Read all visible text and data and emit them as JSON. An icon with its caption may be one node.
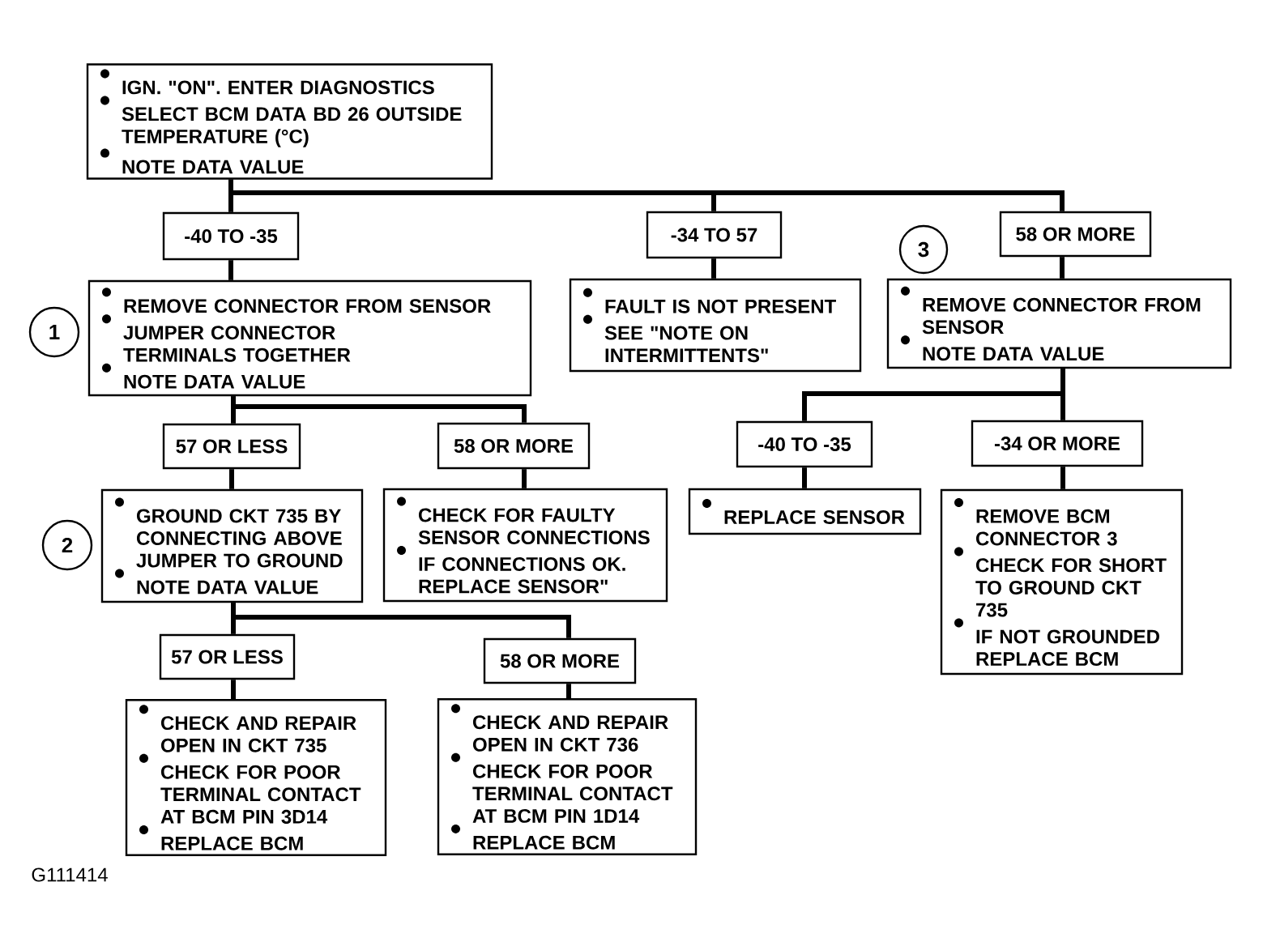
{
  "diagram": {
    "nodes": [
      {
        "text": [
          "IGN. \"ON\". ENTER DIAGNOSTICS",
          "SELECT BCM DATA BD 26 OUTSIDE TEMPERATURE (°C)",
          "NOTE DATA VALUE"
        ]
      },
      {
        "text": [
          "-40 TO -35"
        ]
      },
      {
        "text": [
          "-34 TO 57"
        ]
      },
      {
        "text": [
          "58 OR MORE"
        ]
      },
      {
        "text": [
          "1"
        ]
      },
      {
        "text": [
          "REMOVE CONNECTOR FROM SENSOR",
          "JUMPER CONNECTOR TERMINALS TOGETHER",
          "NOTE DATA VALUE"
        ]
      },
      {
        "text": [
          "FAULT IS NOT PRESENT",
          "SEE \"NOTE ON INTERMITTENTS\""
        ]
      },
      {
        "text": [
          "3"
        ]
      },
      {
        "text": [
          "REMOVE CONNECTOR FROM SENSOR",
          "NOTE DATA VALUE"
        ]
      },
      {
        "text": [
          "57 OR LESS"
        ]
      },
      {
        "text": [
          "58 OR MORE"
        ]
      },
      {
        "text": [
          "-40 TO -35"
        ]
      },
      {
        "text": [
          "-34 OR MORE"
        ]
      },
      {
        "text": [
          "2"
        ]
      },
      {
        "text": [
          "GROUND CKT 735 BY CONNECTING ABOVE JUMPER TO GROUND",
          "NOTE DATA VALUE"
        ]
      },
      {
        "text": [
          "CHECK FOR FAULTY SENSOR CONNECTIONS",
          "IF CONNECTIONS OK. REPLACE SENSOR\""
        ]
      },
      {
        "text": [
          "REPLACE SENSOR"
        ]
      },
      {
        "text": [
          "REMOVE BCM CONNECTOR 3",
          "CHECK FOR SHORT TO GROUND CKT 735",
          "IF NOT GROUNDED REPLACE BCM"
        ]
      },
      {
        "text": [
          "57 OR LESS"
        ]
      },
      {
        "text": [
          "58 OR MORE"
        ]
      },
      {
        "text": [
          "CHECK AND REPAIR OPEN IN CKT 735",
          "CHECK FOR POOR TERMINAL CONTACT AT BCM PIN 3D14",
          "REPLACE BCM"
        ]
      },
      {
        "text": [
          "CHECK AND REPAIR OPEN IN CKT 736",
          "CHECK FOR POOR TERMINAL CONTACT AT BCM PIN 1D14",
          "REPLACE BCM"
        ]
      }
    ],
    "edges": [
      {
        "from": 0,
        "to": 1,
        "arrow": "none"
      },
      {
        "from": 0,
        "to": 2,
        "arrow": "none"
      },
      {
        "from": 0,
        "to": 3,
        "arrow": "none"
      },
      {
        "from": 1,
        "to": 5,
        "arrow": "none"
      },
      {
        "from": 2,
        "to": 6,
        "arrow": "none"
      },
      {
        "from": 3,
        "to": 8,
        "arrow": "none"
      },
      {
        "from": 5,
        "to": 9,
        "arrow": "none"
      },
      {
        "from": 5,
        "to": 10,
        "arrow": "none"
      },
      {
        "from": 8,
        "to": 11,
        "arrow": "none"
      },
      {
        "from": 8,
        "to": 12,
        "arrow": "none"
      },
      {
        "from": 9,
        "to": 14,
        "arrow": "none"
      },
      {
        "from": 10,
        "to": 15,
        "arrow": "none"
      },
      {
        "from": 11,
        "to": 16,
        "arrow": "none"
      },
      {
        "from": 12,
        "to": 17,
        "arrow": "none"
      },
      {
        "from": 14,
        "to": 18,
        "arrow": "none"
      },
      {
        "from": 14,
        "to": 19,
        "arrow": "none"
      },
      {
        "from": 18,
        "to": 20,
        "arrow": "none"
      },
      {
        "from": 19,
        "to": 21,
        "arrow": "none"
      }
    ],
    "labels": [
      "G111414"
    ]
  }
}
